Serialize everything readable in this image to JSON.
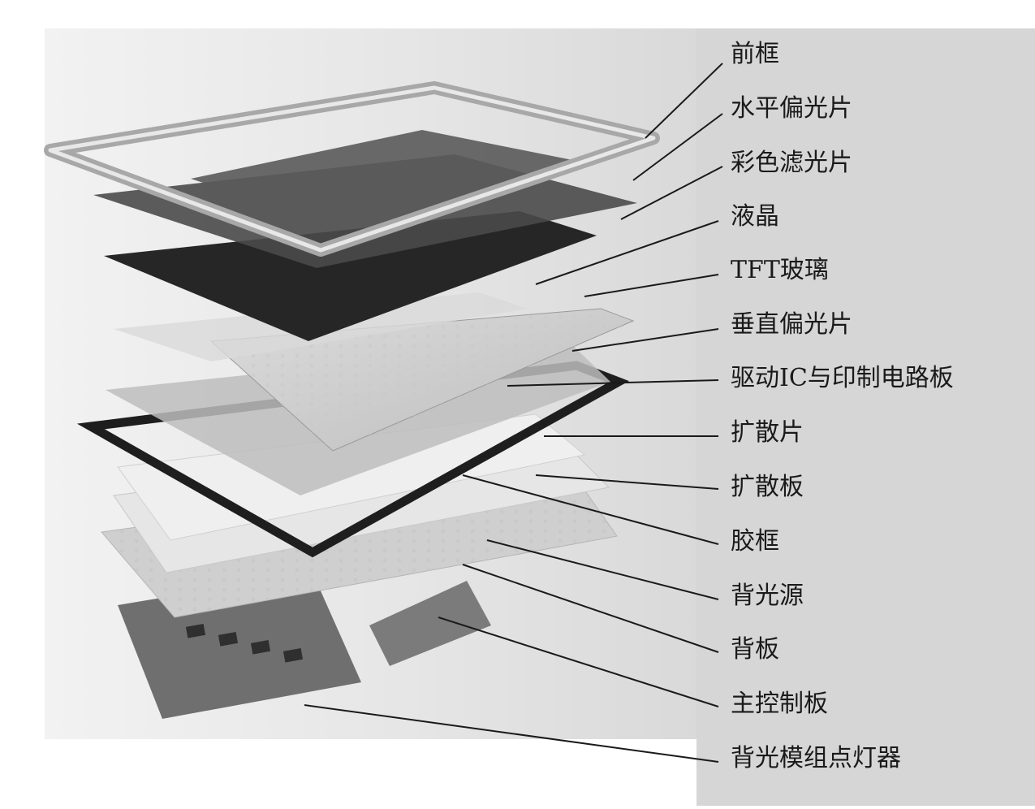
{
  "diagram": {
    "labels": [
      "前框",
      "水平偏光片",
      "彩色滤光片",
      "液晶",
      "TFT玻璃",
      "垂直偏光片",
      "驱动IC与印制电路板",
      "扩散片",
      "扩散板",
      "胶框",
      "背光源",
      "背板",
      "主控制板",
      "背光模组点灯器"
    ]
  }
}
